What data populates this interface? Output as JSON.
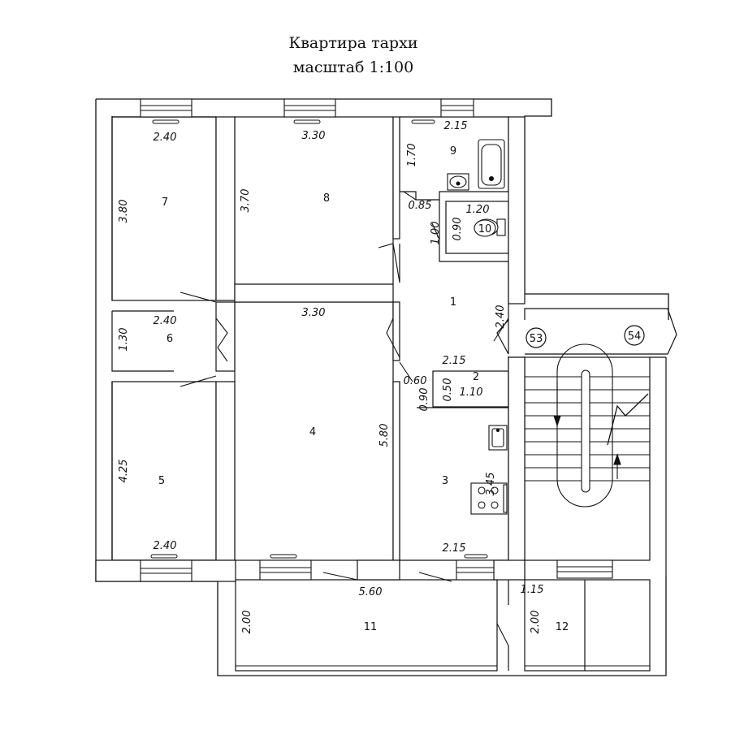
{
  "header": {
    "title": "Квартира тархи",
    "scale": "масштаб 1:100"
  },
  "rooms": [
    {
      "id": "7",
      "label": "7",
      "width": "2.40",
      "length": "3.80"
    },
    {
      "id": "8",
      "label": "8",
      "width": "3.30",
      "length": "3.70"
    },
    {
      "id": "9",
      "label": "9",
      "width": "2.15",
      "length": "1.70"
    },
    {
      "id": "10",
      "label": "10",
      "width": "1.20",
      "length": "0.90"
    },
    {
      "id": "1",
      "label": "1",
      "extra": "0.85",
      "extra2": "1.00",
      "extra3": "2.40"
    },
    {
      "id": "6",
      "label": "6",
      "width": "2.40",
      "length": "1.30"
    },
    {
      "id": "4",
      "label": "4",
      "width": "3.30",
      "length": "5.80"
    },
    {
      "id": "2",
      "label": "2",
      "width": "2.15",
      "length": "0.50",
      "extra": "0.60",
      "extra2": "0.90",
      "extra3": "1.10"
    },
    {
      "id": "5",
      "label": "5",
      "width": "2.40",
      "length": "4.25"
    },
    {
      "id": "3",
      "label": "3",
      "width": "2.15",
      "length": "3.45"
    },
    {
      "id": "11",
      "label": "11",
      "width": "5.60",
      "length": "2.00"
    },
    {
      "id": "12",
      "label": "12",
      "width": "1.15",
      "length": "2.00"
    }
  ],
  "stair_markers": [
    "53",
    "54"
  ]
}
